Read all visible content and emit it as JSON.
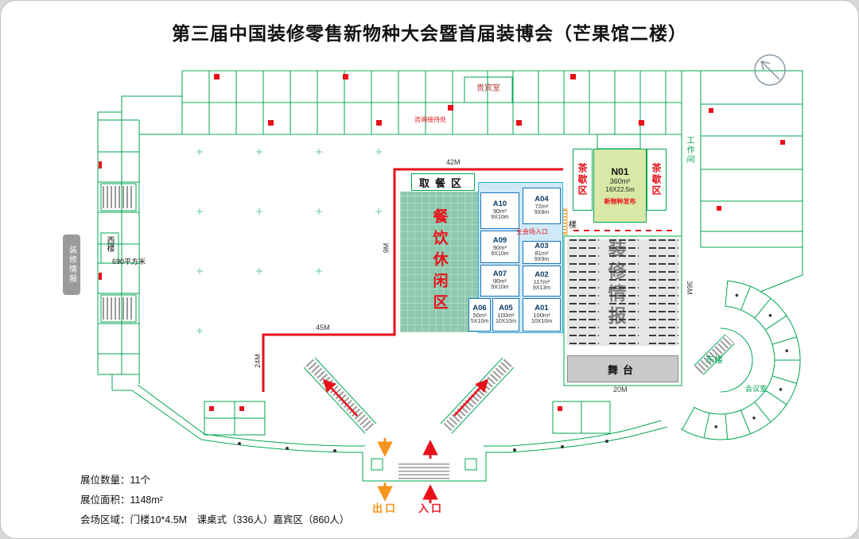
{
  "title": "第三届中国装修零售新物种大会暨首届装博会（芒果馆二楼）",
  "watermark": "装修情报",
  "rooms": {
    "vip_room": "贵宾室",
    "info_desk": "咨询接待处",
    "work_room": "工作间",
    "west_building": "西楼",
    "west_area": "690平方米",
    "east_building": "东楼",
    "meeting_room": "会议室"
  },
  "zones": {
    "food_pickup": "取餐区",
    "dining_lounge": "餐饮休闲区",
    "tea_break_left": "茶歇区",
    "tea_break_right": "茶歇区",
    "stage": "舞台",
    "main_hall_entrance": "主会场入口",
    "stair_label": "楼",
    "exit": "出口",
    "entrance": "入口"
  },
  "booths": [
    {
      "id": "N01",
      "area": "360m²",
      "dims": "16X22.5m",
      "note": "新物种发布"
    },
    {
      "id": "A10",
      "area": "90m²",
      "dims": "9X10m"
    },
    {
      "id": "A09",
      "area": "90m²",
      "dims": "9X10m"
    },
    {
      "id": "A07",
      "area": "90m²",
      "dims": "9X10m"
    },
    {
      "id": "A06",
      "area": "50m²",
      "dims": "5X10m"
    },
    {
      "id": "A05",
      "area": "100m²",
      "dims": "10X10m"
    },
    {
      "id": "A04",
      "area": "72m²",
      "dims": "9X8m"
    },
    {
      "id": "A03",
      "area": "81m²",
      "dims": "9X9m"
    },
    {
      "id": "A02",
      "area": "117m²",
      "dims": "9X13m"
    },
    {
      "id": "A01",
      "area": "100m²",
      "dims": "10X10m"
    }
  ],
  "dimensions": {
    "top_width": "42M",
    "left_height": "9M",
    "mid_width": "45M",
    "lower_left_height": "24M",
    "stage_width": "20M",
    "guest_depth": "36M"
  },
  "legend": [
    "展位数量：11个",
    "展位面积：1148m²",
    "会场区域：门楼10*4.5M　课桌式（336人）嘉宾区（860人）"
  ],
  "icons": {
    "compass": "compass-icon",
    "escalator": "escalator-icon",
    "exit_arrow": "arrow-down",
    "entrance_arrow": "arrow-up"
  },
  "colors": {
    "wall_green": "#00a651",
    "boundary_red": "#e8111a",
    "booth_blue": "#29abe2",
    "booth_panel_blue": "#cfe9f6",
    "dining_teal": "#8cc9ae",
    "n01_green": "#d9e8a6",
    "exit_orange": "#f7941d",
    "entrance_red": "#ed1c24"
  }
}
